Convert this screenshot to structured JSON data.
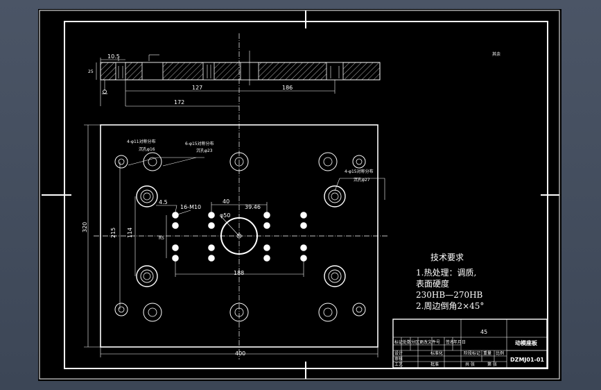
{
  "drawing": {
    "top_view_dims": {
      "d_10_5": "10.5",
      "d_127": "127",
      "d_186": "186",
      "d_172": "172",
      "d_25": "25"
    },
    "hole_notes": {
      "n1_line1": "4-φ11对称分布",
      "n1_line2": "沉孔φ16",
      "n2_line1": "6-φ15对称分布",
      "n2_line2": "沉孔φ23",
      "n3_line1": "4-φ15对称分布",
      "n3_line2": "沉孔φ27"
    },
    "plan_dims": {
      "d_320": "320",
      "d_215": "215",
      "d_114": "114",
      "d_4_5": "4.5",
      "d_16m10": "16-M10",
      "d_40": "40",
      "d_39_46": "39.46",
      "d_phi50": "φ50",
      "d_188": "188",
      "d_400": "400",
      "d_rp": "R5"
    },
    "tech_req": {
      "title": "技术要求",
      "line1": "1.热处理：调质,",
      "line2": "表面硬度",
      "line3": "230HB—270HB",
      "line4": "2.周边倒角2×45°"
    },
    "title_block": {
      "material": "45",
      "part_name": "动模座板",
      "drawing_no": "DZMJ01-01",
      "h_mark": "标记",
      "h_count": "处数",
      "h_zone": "分区",
      "h_docno": "更改文件号",
      "h_sign": "签名",
      "h_date": "年月日",
      "r_design": "设计",
      "r_std": "标准化",
      "r_check": "审核",
      "r_craft": "工艺",
      "r_approve": "批准",
      "r_stage": "阶段标记",
      "r_weight": "重量",
      "r_scale": "比例",
      "r_sheets": "共 张",
      "r_sheet": "第 张"
    },
    "corner_note": "其余"
  }
}
